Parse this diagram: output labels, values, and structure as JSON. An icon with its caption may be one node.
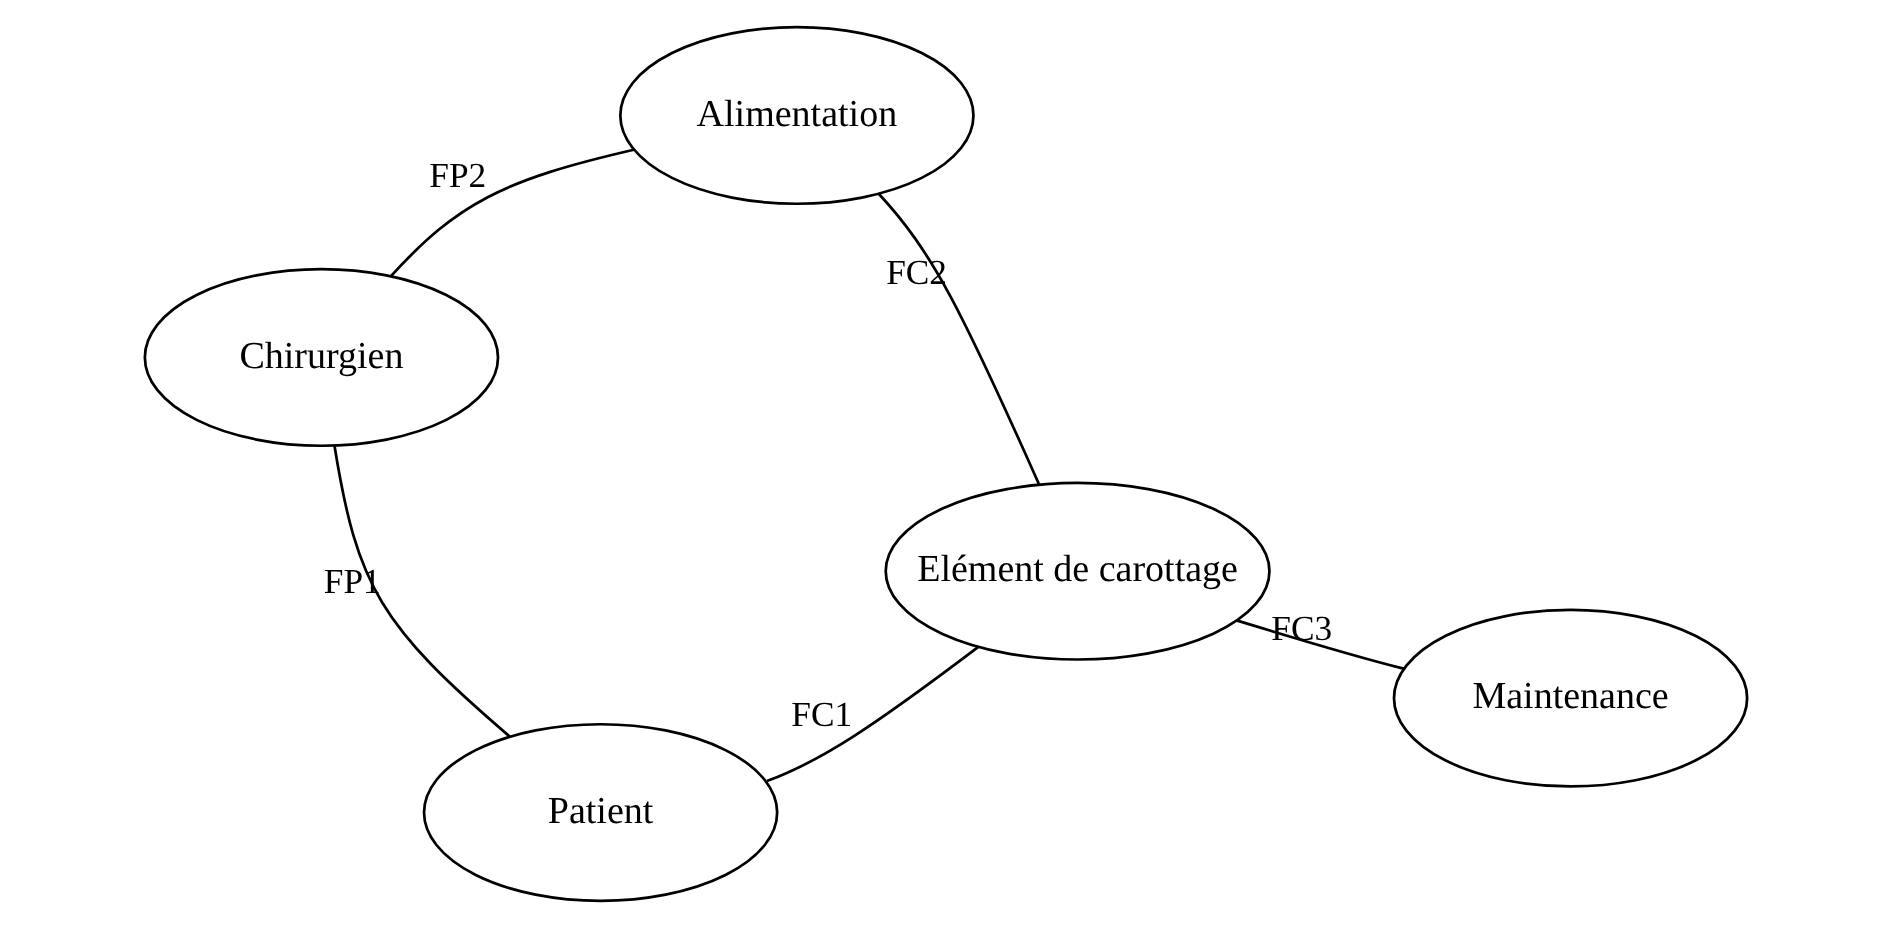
{
  "diagram": {
    "nodes": [
      {
        "text": [
          "Chirurgien"
        ]
      },
      {
        "text": [
          "Maintenance"
        ]
      },
      {
        "text": [
          "Elément de carottage"
        ]
      },
      {
        "text": [
          "Alimentation"
        ]
      },
      {
        "text": [
          "Patient"
        ]
      }
    ],
    "edges": [
      {
        "from": 1,
        "to": 2,
        "arrow": "none",
        "label": "FC3"
      },
      {
        "from": 0,
        "to": 4,
        "arrow": "none",
        "label": "FP1"
      },
      {
        "from": 0,
        "to": 3,
        "arrow": "none",
        "label": "FP2"
      },
      {
        "from": 4,
        "to": 2,
        "arrow": "none",
        "label": "FC1"
      },
      {
        "from": 2,
        "to": 3,
        "arrow": "none",
        "label": "FC2"
      }
    ]
  }
}
